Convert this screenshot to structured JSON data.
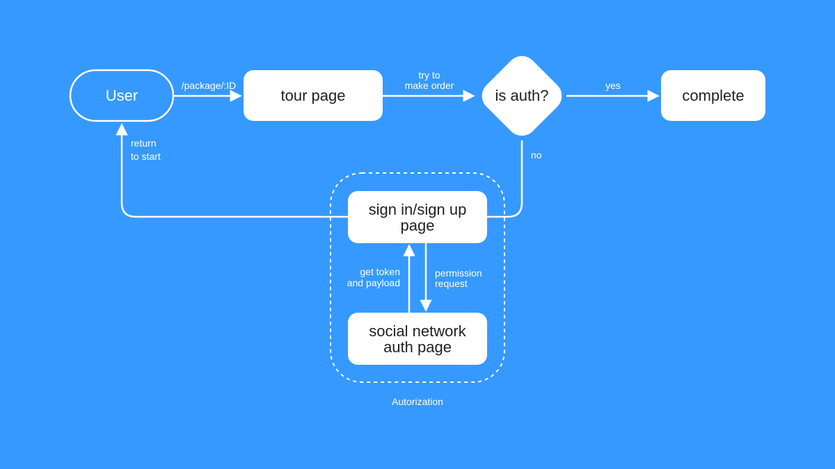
{
  "colors": {
    "background": "#3699ff",
    "node_fill": "#ffffff",
    "node_text": "#222222",
    "line": "#ffffff"
  },
  "nodes": {
    "user": "User",
    "tour_page": "tour page",
    "is_auth": "is auth?",
    "complete": "complete",
    "sign_in": [
      "sign in/sign up",
      "page"
    ],
    "social": [
      "social network",
      "auth page"
    ]
  },
  "edges": {
    "package": "/package/:ID",
    "try_order": [
      "try to",
      "make order"
    ],
    "yes": "yes",
    "no": "no",
    "return": [
      "return",
      "to start"
    ],
    "get_token": [
      "get token",
      "and payload"
    ],
    "permission": [
      "permission",
      "request"
    ]
  },
  "group": {
    "label": "Autorization"
  }
}
